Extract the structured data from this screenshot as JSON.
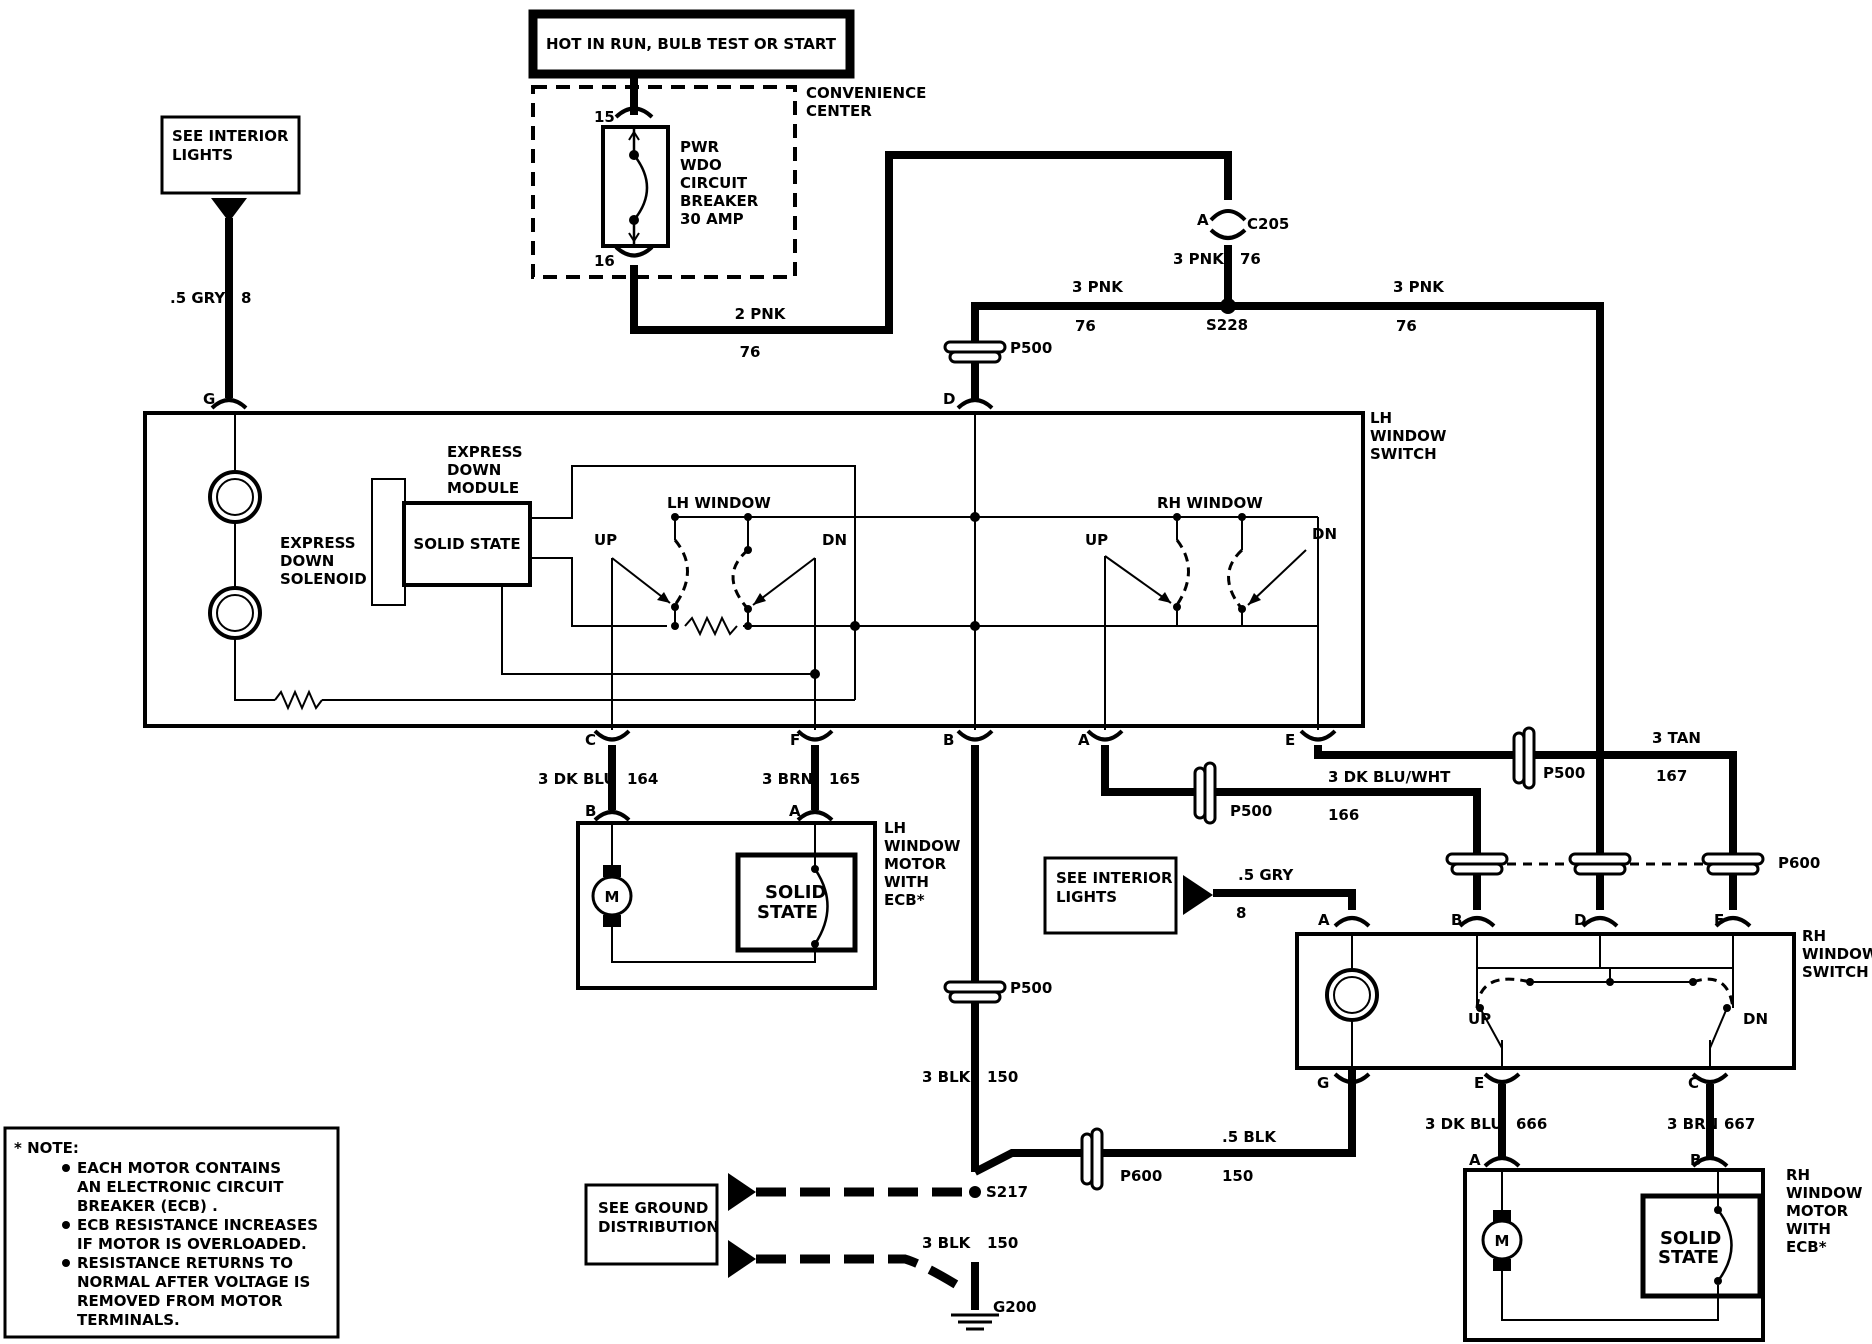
{
  "header": {
    "power_source": "HOT IN RUN, BULB TEST OR START"
  },
  "convenience_center": {
    "title": [
      "CONVENIENCE",
      "CENTER"
    ],
    "breaker": [
      "PWR",
      "WDO",
      "CIRCUIT",
      "BREAKER",
      "30 AMP"
    ],
    "pin_in": "15",
    "pin_out": "16"
  },
  "refs": {
    "interior_lights_top": [
      "SEE INTERIOR",
      "LIGHTS"
    ],
    "interior_lights_right": [
      "SEE INTERIOR",
      "LIGHTS"
    ],
    "ground_distribution": [
      "SEE GROUND",
      "DISTRIBUTION"
    ]
  },
  "wires": {
    "gry_top": {
      "gauge": ".5 GRY",
      "circuit": "8"
    },
    "pnk_breaker": {
      "gauge": "2 PNK",
      "circuit": "76"
    },
    "pnk_c205": {
      "gauge": "3 PNK",
      "circuit": "76"
    },
    "pnk_left": {
      "gauge": "3 PNK",
      "circuit": "76"
    },
    "pnk_right": {
      "gauge": "3 PNK",
      "circuit": "76"
    },
    "dkblu_lh": {
      "gauge": "3 DK BLU",
      "circuit": "164"
    },
    "brn_lh": {
      "gauge": "3 BRN",
      "circuit": "165"
    },
    "blk_main": {
      "gauge": "3 BLK",
      "circuit": "150"
    },
    "blk_ground": {
      "gauge": "3 BLK",
      "circuit": "150"
    },
    "blk_rh": {
      "gauge": ".5 BLK",
      "circuit": "150"
    },
    "dkbluwht": {
      "gauge": "3 DK BLU/WHT",
      "circuit": "166"
    },
    "tan": {
      "gauge": "3 TAN",
      "circuit": "167"
    },
    "gry_rh": {
      "gauge": ".5 GRY",
      "circuit": "8"
    },
    "dkblu_rh": {
      "gauge": "3 DK BLU",
      "circuit": "666"
    },
    "brn_rh": {
      "gauge": "3 BRN",
      "circuit": "667"
    }
  },
  "connectors": {
    "c205": "C205",
    "c205_pin": "A",
    "s228": "S228",
    "s217": "S217",
    "g200": "G200",
    "p500": "P500",
    "p600": "P600"
  },
  "lh_switch": {
    "title": [
      "LH",
      "WINDOW",
      "SWITCH"
    ],
    "module_label": [
      "EXPRESS",
      "DOWN",
      "MODULE"
    ],
    "solenoid_label": [
      "EXPRESS",
      "DOWN",
      "SOLENOID"
    ],
    "solid_state": "SOLID STATE",
    "lh_window": "LH WINDOW",
    "rh_window": "RH WINDOW",
    "up": "UP",
    "dn": "DN",
    "pins": {
      "g": "G",
      "d": "D",
      "c": "C",
      "f": "F",
      "b": "B",
      "a": "A",
      "e": "E"
    }
  },
  "lh_motor": {
    "title": [
      "LH",
      "WINDOW",
      "MOTOR",
      "WITH",
      "ECB*"
    ],
    "solid_state": [
      "SOLID",
      "STATE"
    ],
    "motor": "M",
    "pins": {
      "b": "B",
      "a": "A"
    }
  },
  "rh_switch": {
    "title": [
      "RH",
      "WINDOW",
      "SWITCH"
    ],
    "up": "UP",
    "dn": "DN",
    "pins": {
      "a": "A",
      "b": "B",
      "d": "D",
      "f": "F",
      "g": "G",
      "e": "E",
      "c": "C"
    }
  },
  "rh_motor": {
    "title": [
      "RH",
      "WINDOW",
      "MOTOR",
      "WITH",
      "ECB*"
    ],
    "solid_state": [
      "SOLID",
      "STATE"
    ],
    "motor": "M",
    "pins": {
      "a": "A",
      "b": "B"
    }
  },
  "note": {
    "title": "* NOTE:",
    "lines": [
      "EACH MOTOR CONTAINS",
      "AN ELECTRONIC CIRCUIT",
      "BREAKER (ECB) .",
      "ECB RESISTANCE INCREASES",
      "IF MOTOR IS OVERLOADED.",
      "RESISTANCE RETURNS TO",
      "NORMAL AFTER VOLTAGE IS",
      "REMOVED FROM MOTOR",
      "TERMINALS."
    ]
  }
}
